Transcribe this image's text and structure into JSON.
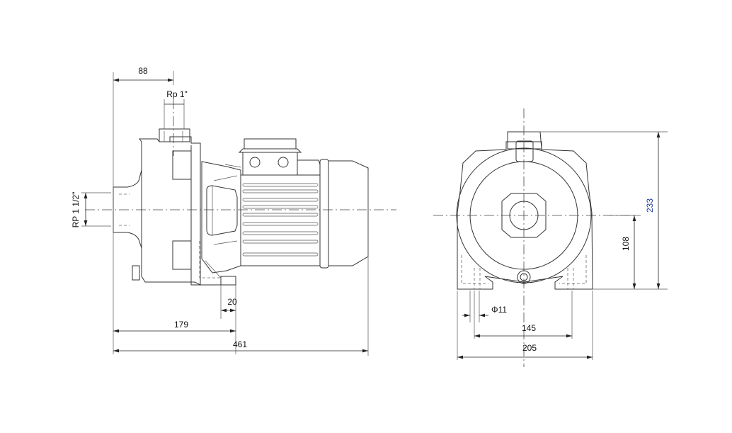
{
  "side_view": {
    "dims": {
      "d88": "88",
      "rp1": "Rp 1\"",
      "rp112": "RP 1 1/2\"",
      "d20": "20",
      "d179": "179",
      "d461": "461"
    }
  },
  "front_view": {
    "dims": {
      "d233": "233",
      "d108": "108",
      "phi11": "Φ11",
      "d145": "145",
      "d205": "205"
    }
  },
  "colors": {
    "line": "#333333",
    "accent_text": "#2040a0"
  }
}
